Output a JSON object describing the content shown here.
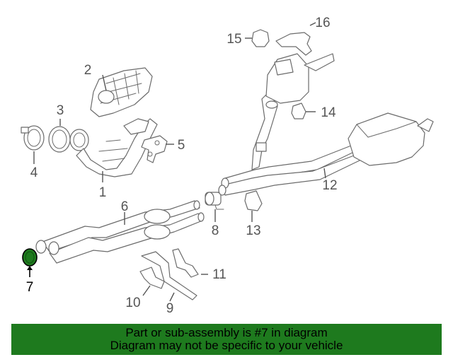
{
  "callouts": {
    "c1": "1",
    "c2": "2",
    "c3": "3",
    "c4": "4",
    "c5": "5",
    "c6": "6",
    "c7": "7",
    "c8": "8",
    "c9": "9",
    "c10": "10",
    "c11": "11",
    "c12": "12",
    "c13": "13",
    "c14": "14",
    "c15": "15",
    "c16": "16"
  },
  "highlighted_part": "7",
  "colors": {
    "highlight": "#1e7a1e",
    "banner": "#1e7a1e",
    "lines": "#6b6b6b"
  },
  "banner": {
    "line1": "Part or sub-assembly is #7 in diagram",
    "line2": "Diagram may not be specific to your vehicle"
  }
}
